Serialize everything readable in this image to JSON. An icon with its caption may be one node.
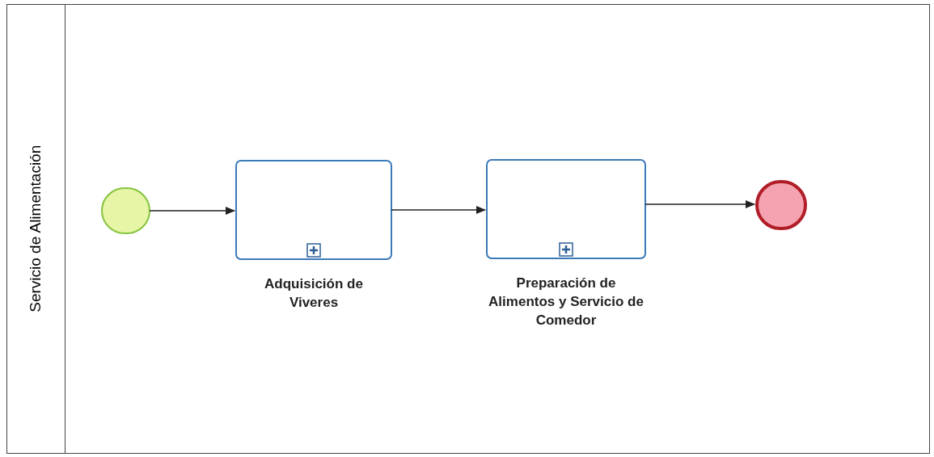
{
  "diagram": {
    "nodes": [
      {
        "text": [
          "Servicio de Alimentación"
        ]
      },
      {
        "text": [],
        "shape": "circle",
        "in": 0
      },
      {
        "text": [
          "Adquisición de Viveres"
        ],
        "in": 0
      },
      {
        "text": [
          "Preparación de Alimentos y Servicio de Comedor"
        ],
        "in": 0
      },
      {
        "text": [],
        "shape": "circle",
        "in": 0
      }
    ],
    "edges": [
      {
        "from": 1,
        "to": 2,
        "arrow": "to"
      },
      {
        "from": 2,
        "to": 3,
        "arrow": "to"
      },
      {
        "from": 3,
        "to": 4,
        "arrow": "to"
      }
    ]
  }
}
